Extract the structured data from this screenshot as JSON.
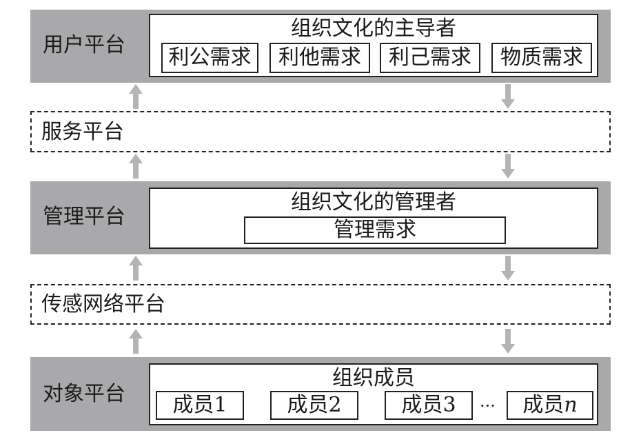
{
  "layers": {
    "user": {
      "label": "用户平台",
      "title": "组织文化的主导者",
      "items": [
        "利公需求",
        "利他需求",
        "利己需求",
        "物质需求"
      ]
    },
    "service": {
      "label": "服务平台"
    },
    "management": {
      "label": "管理平台",
      "title": "组织文化的管理者",
      "items": [
        "管理需求"
      ]
    },
    "sensor": {
      "label": "传感网络平台"
    },
    "object": {
      "label": "对象平台",
      "title": "组织成员",
      "items": [
        {
          "prefix": "成员",
          "suffix": "1"
        },
        {
          "prefix": "成员",
          "suffix": "2"
        },
        {
          "prefix": "成员",
          "suffix": "3"
        },
        {
          "prefix": "成员",
          "suffix": "n"
        }
      ],
      "ellipsis": "···"
    }
  },
  "arrows": {
    "up_direction": "up",
    "down_direction": "down",
    "color": "#b4b4b6"
  },
  "colors": {
    "band": "#a9a9ac",
    "border": "#222222"
  }
}
